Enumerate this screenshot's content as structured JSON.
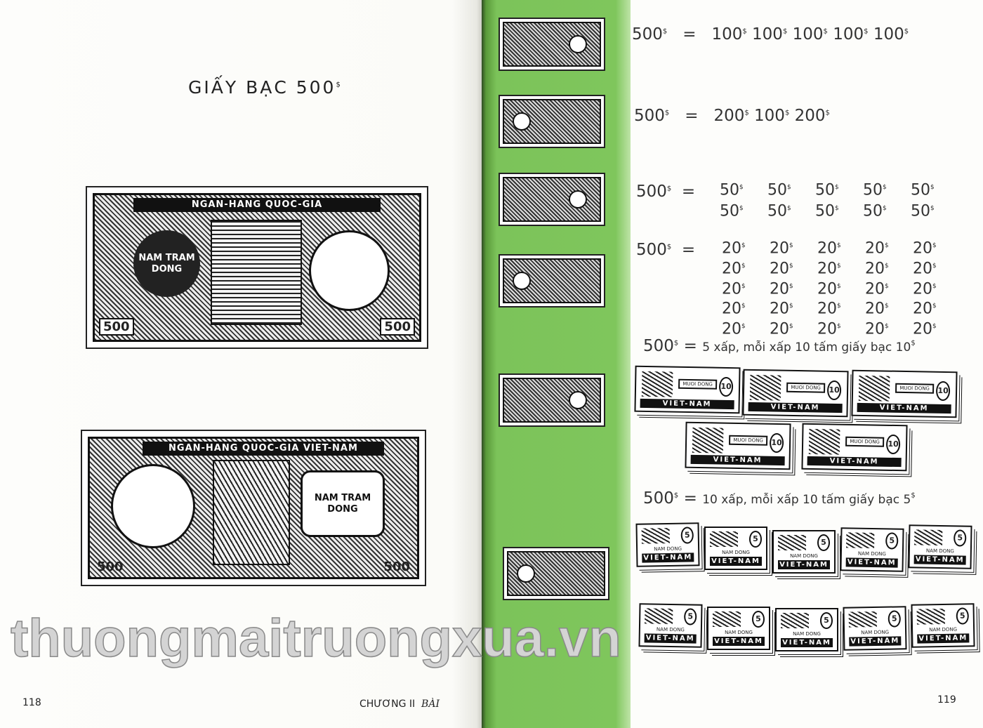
{
  "left_page": {
    "title": "GIẤY BẠC 500",
    "title_sup": "$",
    "note_front": {
      "bank": "NGAN-HANG QUOC-GIA",
      "denom_words": "NAM TRAM DONG",
      "value": "500"
    },
    "note_back": {
      "bank": "NGAN-HANG QUOC-GIA VIET-NAM",
      "denom_words": "NAM TRAM DONG",
      "value": "500"
    },
    "page_number": "118",
    "running_head": "CHƯƠNG  II",
    "running_head_italic": "BÀI"
  },
  "right_page": {
    "equations": [
      {
        "lhs": "500",
        "eq": "=",
        "rhs": [
          "100",
          "100",
          "100",
          "100",
          "100"
        ]
      },
      {
        "lhs": "500",
        "eq": "=",
        "rhs": [
          "200",
          "100",
          "200"
        ]
      },
      {
        "lhs": "500",
        "eq": "=",
        "rhs": [
          "50",
          "50",
          "50",
          "50",
          "50",
          "50",
          "50",
          "50",
          "50",
          "50"
        ]
      },
      {
        "lhs": "500",
        "eq": "=",
        "rhs": [
          "20",
          "20",
          "20",
          "20",
          "20",
          "20",
          "20",
          "20",
          "20",
          "20",
          "20",
          "20",
          "20",
          "20",
          "20",
          "20",
          "20",
          "20",
          "20",
          "20",
          "20",
          "20",
          "20",
          "20",
          "20"
        ]
      },
      {
        "lhs": "500",
        "eq": "=",
        "text": "5 xấp, mỗi xấp 10 tấm giấy bạc 10"
      },
      {
        "lhs": "500",
        "eq": "=",
        "text": "10 xấp, mỗi xấp 10 tấm giấy bạc 5"
      }
    ],
    "currency_symbol": "$",
    "stack_label": "VIET-NAM",
    "stack10_value": "10",
    "stack10_words": "MUOI DONG",
    "stack5_value": "5",
    "stack5_words": "NAM DONG",
    "page_number": "119"
  },
  "watermark": "thuongmaitruongxua.vn",
  "colors": {
    "green_strip": "#7fc65c",
    "ink": "#222222",
    "paper": "#fdfdfb"
  }
}
